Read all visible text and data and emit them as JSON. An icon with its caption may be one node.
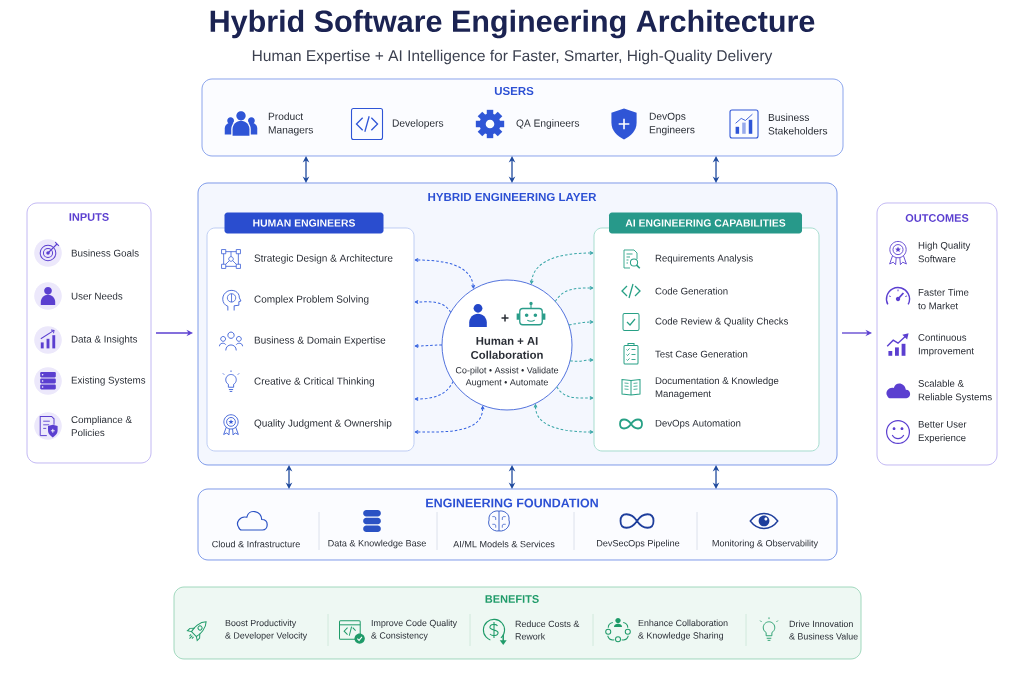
{
  "diagram": {
    "title": "Hybrid Software Engineering Architecture",
    "nodes": [
      {
        "text": [
          "USERS",
          "Product Managers",
          "Developers",
          "QA Engineers",
          "DevOps Engineers",
          "Business Stakeholders"
        ]
      },
      {
        "text": [
          "INPUTS",
          "Business Goals",
          "User Needs",
          "Data & Insights",
          "Existing Systems",
          "Compliance & Policies"
        ]
      },
      {
        "text": [
          "HYBRID ENGINEERING LAYER"
        ]
      },
      {
        "text": [
          "HUMAN ENGINEERS",
          "Strategic Design & Architecture",
          "Complex Problem Solving",
          "Business & Domain Expertise",
          "Creative & Critical Thinking",
          "Quality Judgment & Ownership"
        ],
        "in": 2
      },
      {
        "text": [
          "Human + AI Collaboration",
          "Co-pilot • Assist • Validate Augment • Automate"
        ],
        "in": 2
      },
      {
        "text": [
          "AI ENGINEERING CAPABILITIES",
          "Requirements Analysis",
          "Code Generation",
          "Code Review & Quality Checks",
          "Test Case Generation",
          "Documentation & Knowledge Management",
          "DevOps Automation"
        ],
        "in": 2
      },
      {
        "text": [
          "OUTCOMES",
          "High Quality Software",
          "Faster Time to Market",
          "Continuous Improvement",
          "Scalable & Reliable Systems",
          "Better User Experience"
        ]
      },
      {
        "text": [
          "ENGINEERING FOUNDATION",
          "Cloud & Infrastructure",
          "Data & Knowledge Base",
          "AI/ML Models & Services",
          "DevSecOps Pipeline",
          "Monitoring & Observability"
        ]
      },
      {
        "text": [
          "BENEFITS",
          "Boost Productivity & Developer Velocity",
          "Improve Code Quality & Consistency",
          "Reduce Costs & Rework",
          "Enhance Collaboration & Knowledge Sharing",
          "Drive Innovation & Business Value"
        ]
      }
    ],
    "edges": [
      {
        "from": 0,
        "to": 2,
        "arrow": "both"
      },
      {
        "from": 0,
        "to": 2,
        "arrow": "both"
      },
      {
        "from": 0,
        "to": 2,
        "arrow": "both"
      },
      {
        "from": 1,
        "to": 2,
        "arrow": "to",
        "color": "#5b3fd0"
      },
      {
        "from": 2,
        "to": 6,
        "arrow": "to",
        "color": "#5b3fd0"
      },
      {
        "from": 2,
        "to": 7,
        "arrow": "both"
      },
      {
        "from": 2,
        "to": 7,
        "arrow": "both"
      },
      {
        "from": 2,
        "to": 7,
        "arrow": "both"
      },
      {
        "from": 4,
        "to": 3,
        "arrow": "both",
        "style": "dashed",
        "color": "#3260e0"
      },
      {
        "from": 4,
        "to": 3,
        "arrow": "to",
        "style": "dashed",
        "color": "#3260e0"
      },
      {
        "from": 4,
        "to": 3,
        "arrow": "to",
        "style": "dashed",
        "color": "#3260e0"
      },
      {
        "from": 4,
        "to": 3,
        "arrow": "to",
        "style": "dashed",
        "color": "#3260e0"
      },
      {
        "from": 4,
        "to": 3,
        "arrow": "both",
        "style": "dashed",
        "color": "#3260e0"
      },
      {
        "from": 4,
        "to": 5,
        "arrow": "both",
        "style": "dashed",
        "color": "#36a5a6"
      },
      {
        "from": 4,
        "to": 5,
        "arrow": "to",
        "style": "dashed",
        "color": "#36a5a6"
      },
      {
        "from": 4,
        "to": 5,
        "arrow": "to",
        "style": "dashed",
        "color": "#36a5a6"
      },
      {
        "from": 4,
        "to": 5,
        "arrow": "to",
        "style": "dashed",
        "color": "#36a5a6"
      },
      {
        "from": 4,
        "to": 5,
        "arrow": "to",
        "style": "dashed",
        "color": "#36a5a6"
      },
      {
        "from": 4,
        "to": 5,
        "arrow": "both",
        "style": "dashed",
        "color": "#36a5a6"
      }
    ],
    "labels": [
      "Human Expertise + AI Intelligence for Faster, Smarter, High-Quality Delivery"
    ]
  }
}
